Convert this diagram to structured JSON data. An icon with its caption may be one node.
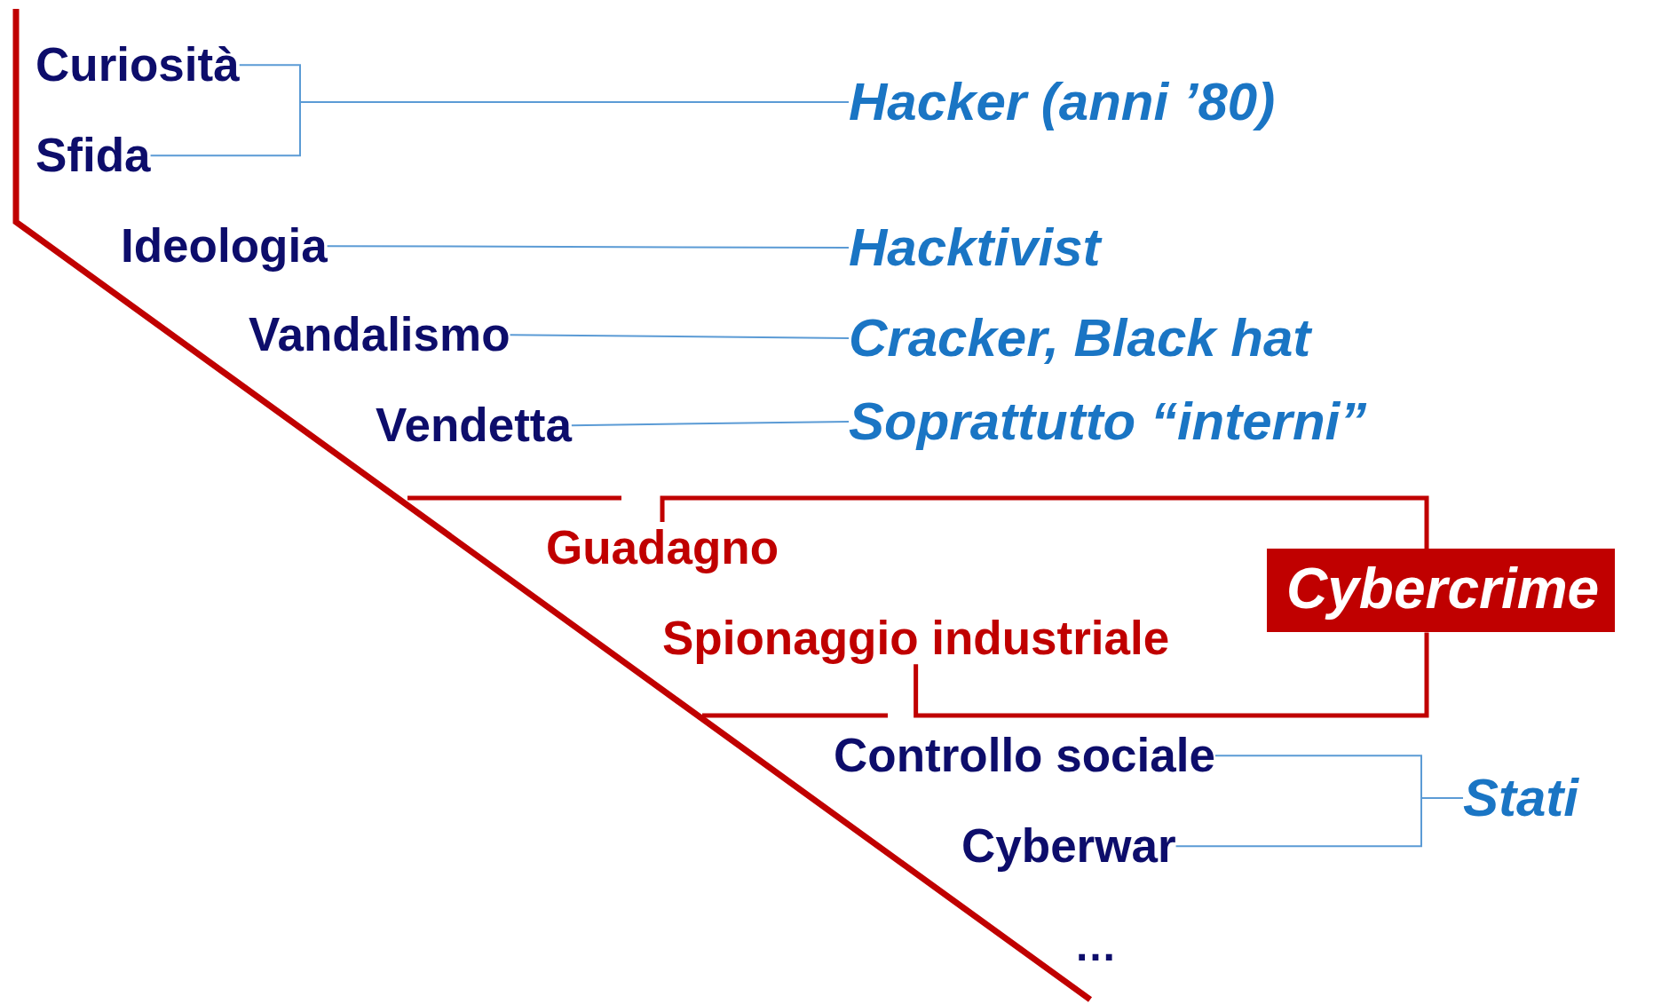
{
  "diagram": {
    "nodes": [
      {
        "text": [
          "Curiosità"
        ]
      },
      {
        "text": [
          "Sfida"
        ]
      },
      {
        "text": [
          "Hacker (anni ’80)"
        ]
      },
      {
        "text": [
          "Ideologia"
        ]
      },
      {
        "text": [
          "Hacktivist"
        ]
      },
      {
        "text": [
          "Vandalismo"
        ]
      },
      {
        "text": [
          "Cracker, Black hat"
        ]
      },
      {
        "text": [
          "Vendetta"
        ]
      },
      {
        "text": [
          "Soprattutto “interni”"
        ]
      },
      {
        "text": [
          "Guadagno"
        ]
      },
      {
        "text": [
          "Spionaggio industriale"
        ]
      },
      {
        "text": [
          "Cybercrime"
        ]
      },
      {
        "text": [
          "Controllo sociale"
        ]
      },
      {
        "text": [
          "Cyberwar"
        ]
      },
      {
        "text": [
          "Stati"
        ]
      }
    ],
    "edges": [
      {
        "from": 0,
        "to": 2,
        "arrow": "none"
      },
      {
        "from": 1,
        "to": 2,
        "arrow": "none"
      },
      {
        "from": 3,
        "to": 4,
        "arrow": "none"
      },
      {
        "from": 5,
        "to": 6,
        "arrow": "none"
      },
      {
        "from": 7,
        "to": 8,
        "arrow": "none"
      },
      {
        "from": 9,
        "to": 11,
        "arrow": "none",
        "style": "thick",
        "color": "#c00000"
      },
      {
        "from": 10,
        "to": 11,
        "arrow": "none",
        "style": "thick",
        "color": "#c00000"
      },
      {
        "from": 12,
        "to": 14,
        "arrow": "none"
      },
      {
        "from": 13,
        "to": 14,
        "arrow": "none"
      }
    ],
    "labels": [
      "…"
    ]
  }
}
